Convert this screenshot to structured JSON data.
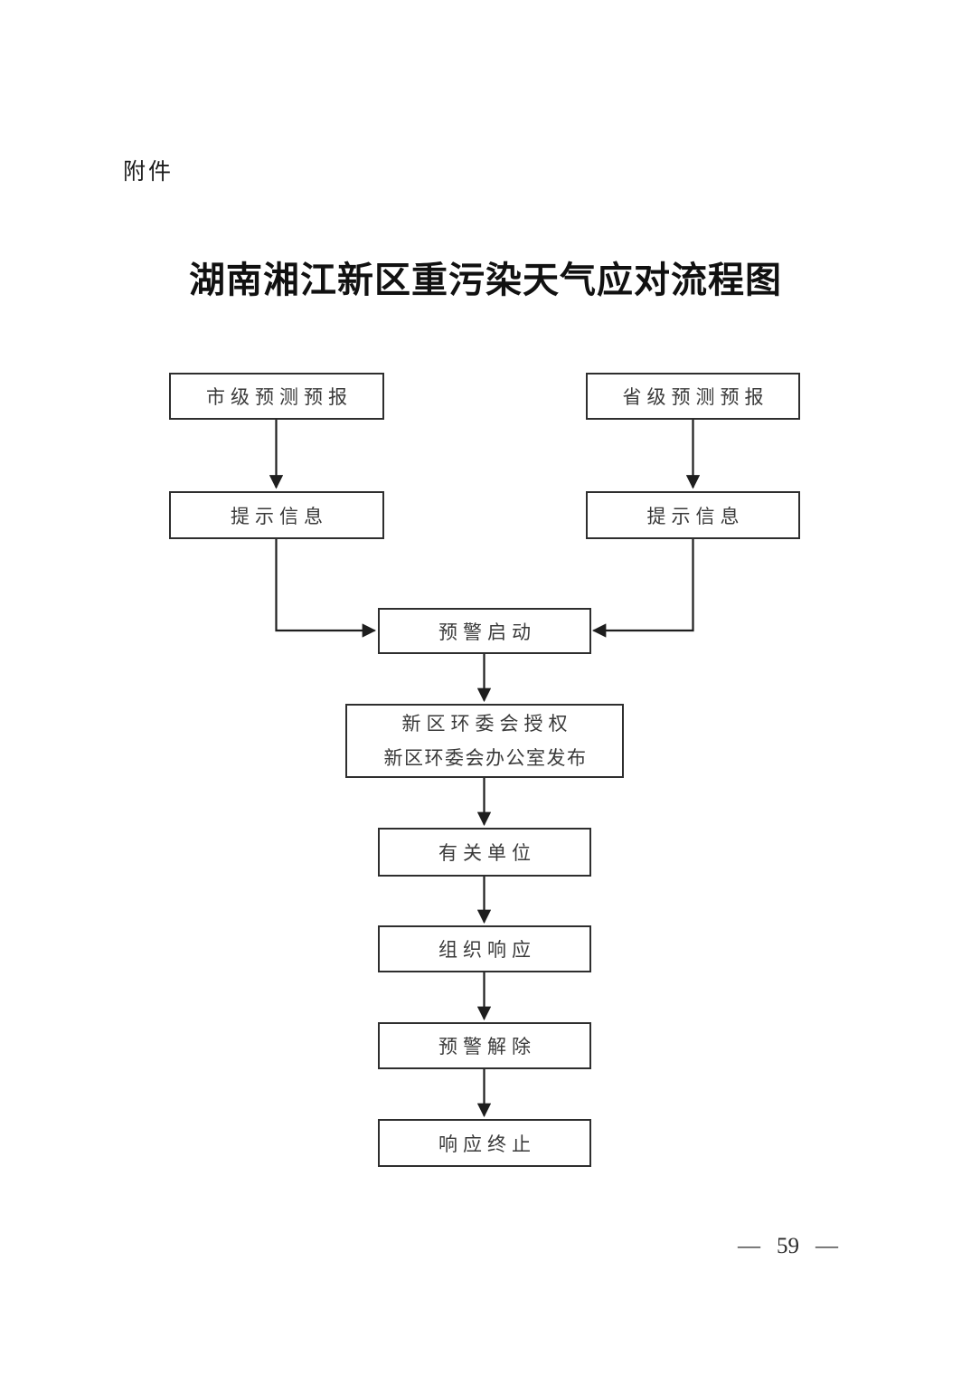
{
  "document": {
    "attachment_label": "附件",
    "title": "湖南湘江新区重污染天气应对流程图",
    "footer": {
      "left_dash": "—",
      "page_number": "59",
      "right_dash": "—"
    }
  },
  "flowchart": {
    "nodes": {
      "city_forecast": "市级预测预报",
      "province_forecast": "省级预测预报",
      "city_notice": "提示信息",
      "province_notice": "提示信息",
      "warning_start": "预警启动",
      "authorize_line1": "新区环委会授权",
      "authorize_line2": "新区环委会办公室发布",
      "related_units": "有关单位",
      "organize_response": "组织响应",
      "warning_lift": "预警解除",
      "response_end": "响应终止"
    },
    "edges": [
      {
        "from": "city_forecast",
        "to": "city_notice",
        "type": "straight-down"
      },
      {
        "from": "province_forecast",
        "to": "province_notice",
        "type": "straight-down"
      },
      {
        "from": "city_notice",
        "to": "warning_start",
        "type": "elbow-right-into-left-side"
      },
      {
        "from": "province_notice",
        "to": "warning_start",
        "type": "elbow-left-into-right-side"
      },
      {
        "from": "warning_start",
        "to": "authorize",
        "type": "straight-down"
      },
      {
        "from": "authorize",
        "to": "related_units",
        "type": "straight-down"
      },
      {
        "from": "related_units",
        "to": "organize_response",
        "type": "straight-down"
      },
      {
        "from": "organize_response",
        "to": "warning_lift",
        "type": "straight-down"
      },
      {
        "from": "warning_lift",
        "to": "response_end",
        "type": "straight-down"
      }
    ]
  },
  "colors": {
    "ink": "#1e1e1e",
    "box_border": "#2e2e2e",
    "background": "#ffffff"
  }
}
